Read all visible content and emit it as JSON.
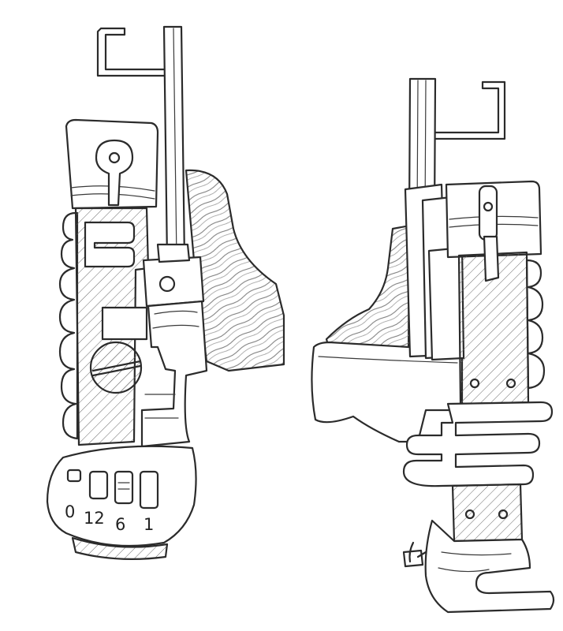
{
  "dial": {
    "labels": [
      "0",
      "12",
      "6",
      "1"
    ]
  },
  "colors": {
    "ink": "#2b2b2b",
    "paper": "#ffffff",
    "hatch": "#6a6a6a"
  }
}
